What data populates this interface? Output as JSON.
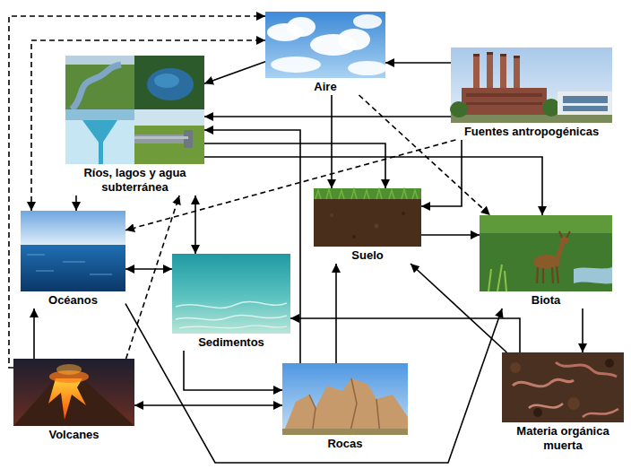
{
  "diagram": {
    "nodes": [
      {
        "text": [
          "Aire"
        ]
      },
      {
        "text": [
          "Ríos, lagos y agua subterránea"
        ]
      },
      {
        "text": [
          "Fuentes antropogénicas"
        ]
      },
      {
        "text": [
          "Suelo"
        ]
      },
      {
        "text": [
          "Océanos"
        ]
      },
      {
        "text": [
          "Sedimentos"
        ]
      },
      {
        "text": [
          "Biota"
        ]
      },
      {
        "text": [
          "Volcanes"
        ]
      },
      {
        "text": [
          "Rocas"
        ]
      },
      {
        "text": [
          "Materia orgánica muerta"
        ]
      }
    ],
    "edges": [
      {
        "from": 7,
        "to": 0,
        "arrow": "to"
      },
      {
        "from": 4,
        "to": 0,
        "arrow": "both"
      },
      {
        "from": 0,
        "to": 1,
        "arrow": "to"
      },
      {
        "from": 2,
        "to": 0,
        "arrow": "to"
      },
      {
        "from": 2,
        "to": 1,
        "arrow": "to"
      },
      {
        "from": 2,
        "to": 3,
        "arrow": "to"
      },
      {
        "from": 2,
        "to": 4,
        "arrow": "to"
      },
      {
        "from": 0,
        "to": 6,
        "arrow": "to"
      },
      {
        "from": 0,
        "to": 3,
        "arrow": "to"
      },
      {
        "from": 1,
        "to": 4,
        "arrow": "to"
      },
      {
        "from": 1,
        "to": 5,
        "arrow": "both"
      },
      {
        "from": 1,
        "to": 3,
        "arrow": "to"
      },
      {
        "from": 1,
        "to": 6,
        "arrow": "to"
      },
      {
        "from": 8,
        "to": 1,
        "arrow": "to"
      },
      {
        "from": 8,
        "to": 3,
        "arrow": "to"
      },
      {
        "from": 3,
        "to": 6,
        "arrow": "to"
      },
      {
        "from": 4,
        "to": 5,
        "arrow": "both"
      },
      {
        "from": 4,
        "to": 6,
        "arrow": "to"
      },
      {
        "from": 7,
        "to": 4,
        "arrow": "to"
      },
      {
        "from": 7,
        "to": 8,
        "arrow": "both"
      },
      {
        "from": 7,
        "to": 1,
        "arrow": "to"
      },
      {
        "from": 5,
        "to": 8,
        "arrow": "to"
      },
      {
        "from": 6,
        "to": 9,
        "arrow": "to"
      },
      {
        "from": 9,
        "to": 5,
        "arrow": "to"
      },
      {
        "from": 9,
        "to": 3,
        "arrow": "to"
      }
    ]
  }
}
